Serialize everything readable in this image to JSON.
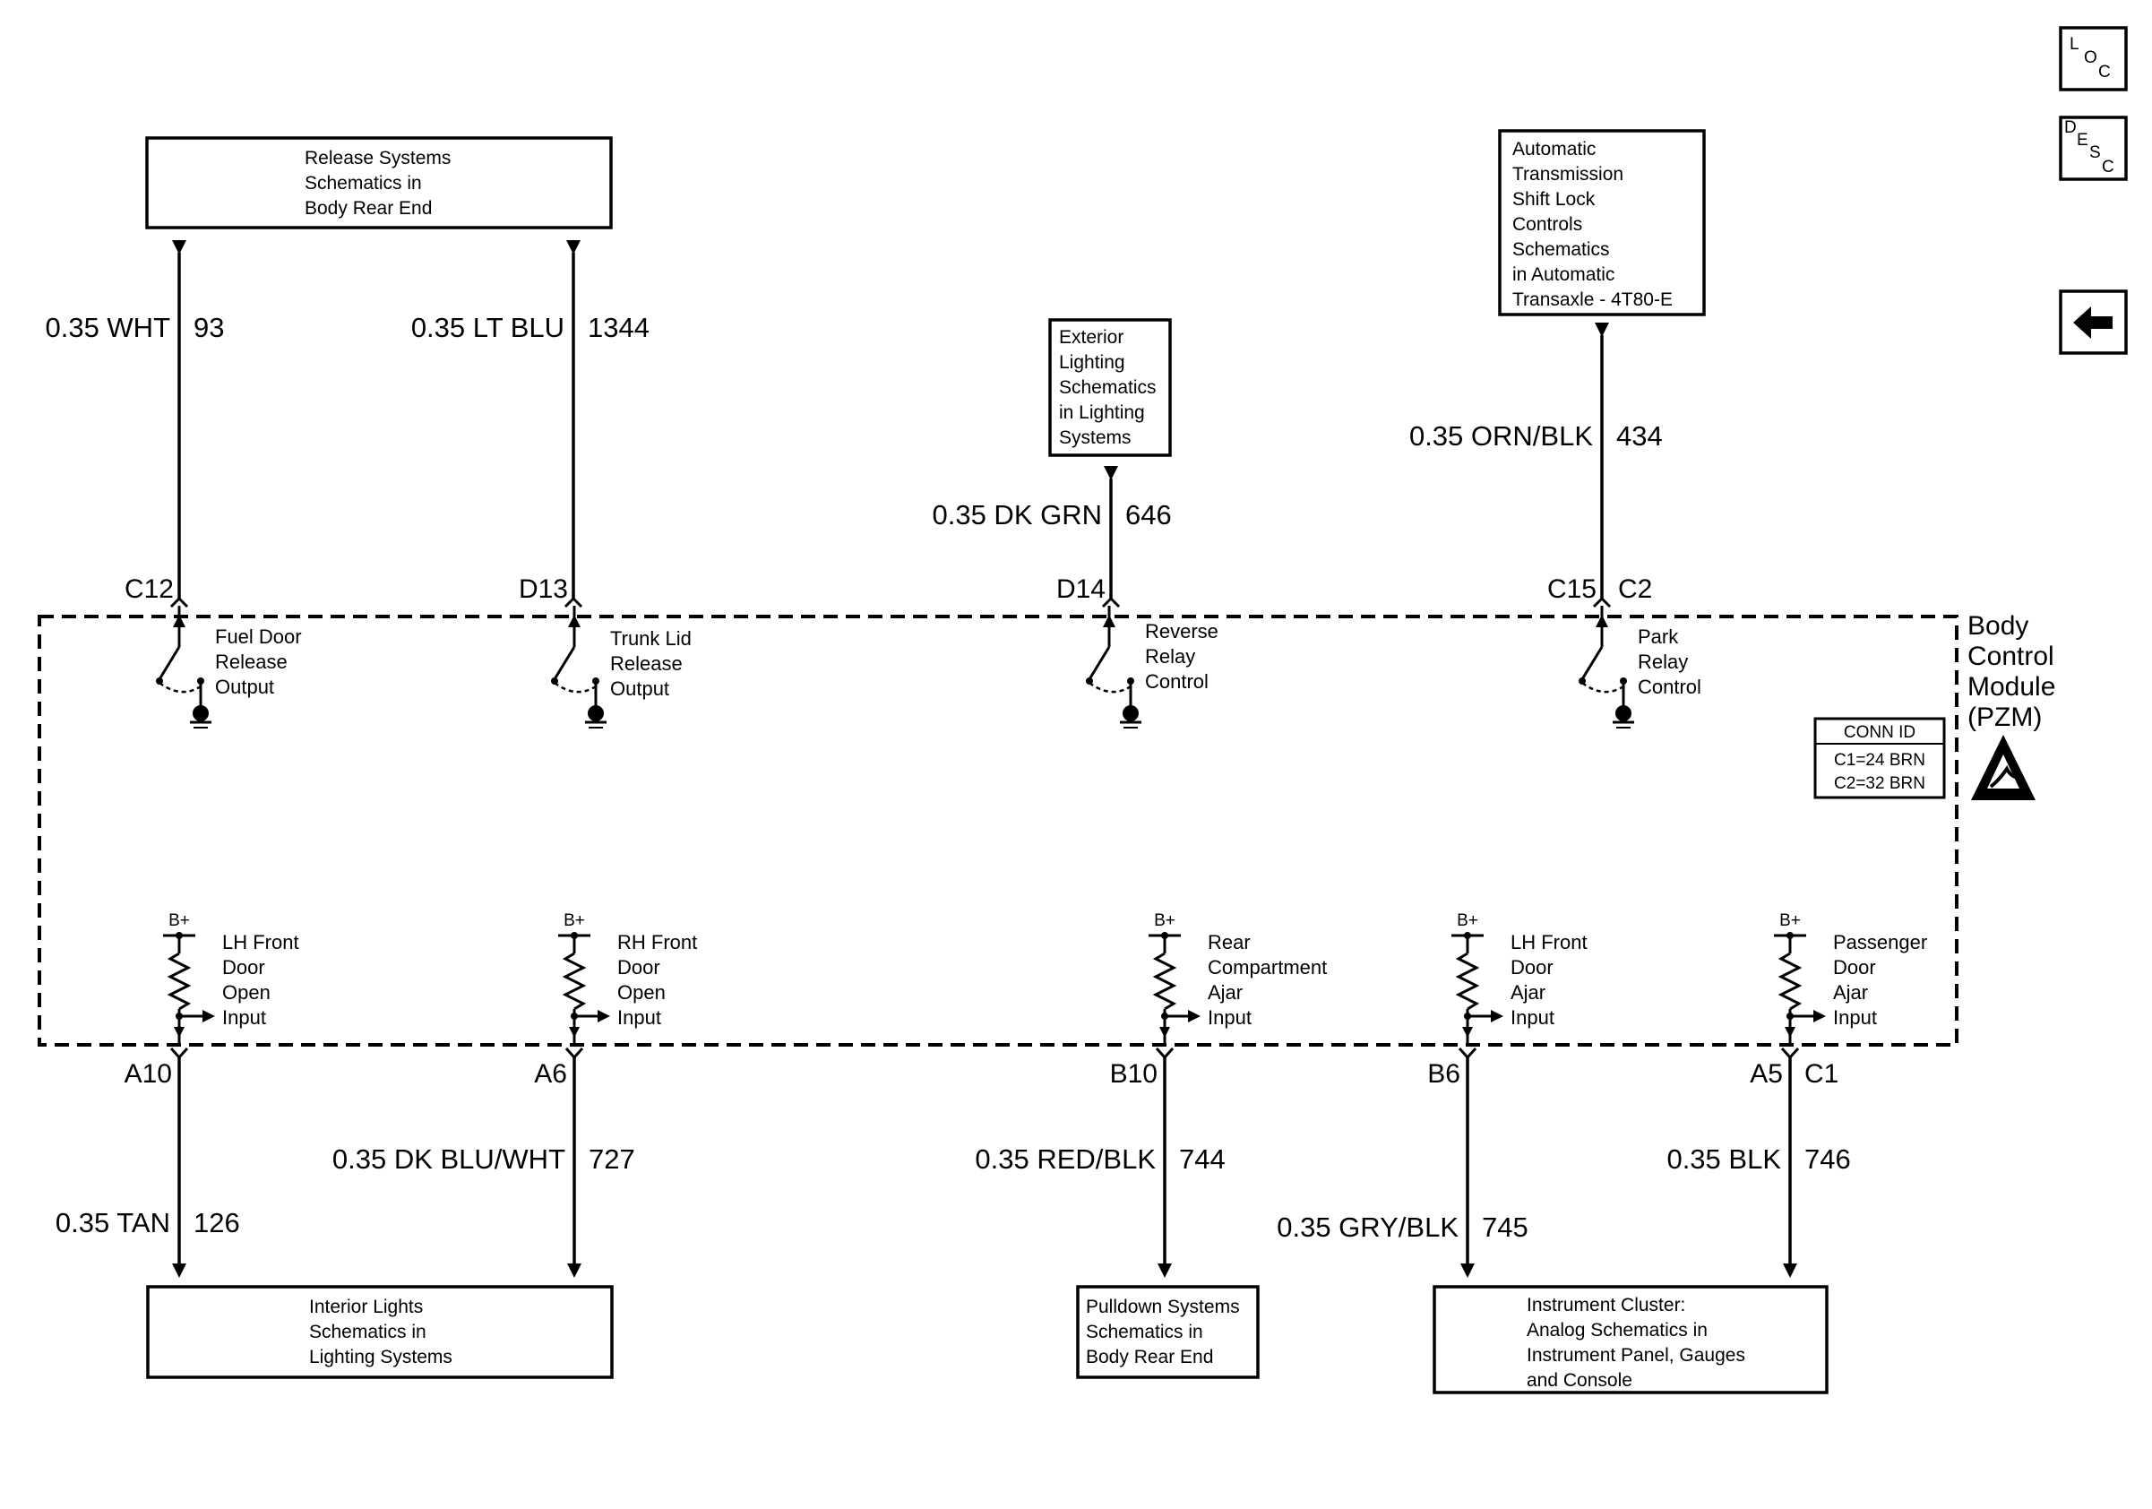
{
  "boxes": {
    "release": [
      "Release Systems",
      "Schematics in",
      "Body Rear End"
    ],
    "exterior": [
      "Exterior",
      "Lighting",
      "Schematics",
      "in Lighting",
      "Systems"
    ],
    "automatic": [
      "Automatic",
      "Transmission",
      "Shift Lock",
      "Controls",
      "Schematics",
      "in Automatic",
      "Transaxle - 4T80-E"
    ],
    "interior": [
      "Interior Lights",
      "Schematics in",
      "Lighting Systems"
    ],
    "pulldown": [
      "Pulldown Systems",
      "Schematics in",
      "Body Rear End"
    ],
    "cluster": [
      "Instrument Cluster:",
      "Analog Schematics in",
      "Instrument Panel, Gauges",
      "and Console"
    ]
  },
  "wires_top": [
    {
      "spec": "0.35 WHT",
      "circuit": "93",
      "pin": "C12"
    },
    {
      "spec": "0.35 LT BLU",
      "circuit": "1344",
      "pin": "D13"
    },
    {
      "spec": "0.35 DK GRN",
      "circuit": "646",
      "pin": "D14"
    },
    {
      "spec": "0.35 ORN/BLK",
      "circuit": "434",
      "pin": "C15",
      "pin2": "C2"
    }
  ],
  "outputs": [
    [
      "Fuel Door",
      "Release",
      "Output"
    ],
    [
      "Trunk Lid",
      "Release",
      "Output"
    ],
    [
      "Reverse",
      "Relay",
      "Control"
    ],
    [
      "Park",
      "Relay",
      "Control"
    ]
  ],
  "inputs": [
    {
      "supply": "B+",
      "label": [
        "LH Front",
        "Door",
        "Open",
        "Input"
      ],
      "pin": "A10",
      "spec": "0.35 TAN",
      "circuit": "126"
    },
    {
      "supply": "B+",
      "label": [
        "RH Front",
        "Door",
        "Open",
        "Input"
      ],
      "pin": "A6",
      "spec": "0.35 DK BLU/WHT",
      "circuit": "727"
    },
    {
      "supply": "B+",
      "label": [
        "Rear",
        "Compartment",
        "Ajar",
        "Input"
      ],
      "pin": "B10",
      "spec": "0.35 RED/BLK",
      "circuit": "744"
    },
    {
      "supply": "B+",
      "label": [
        "LH Front",
        "Door",
        "Ajar",
        "Input"
      ],
      "pin": "B6",
      "spec": "0.35 GRY/BLK",
      "circuit": "745"
    },
    {
      "supply": "B+",
      "label": [
        "Passenger",
        "Door",
        "Ajar",
        "Input"
      ],
      "pin": "A5",
      "pin2": "C1",
      "spec": "0.35 BLK",
      "circuit": "746"
    }
  ],
  "module": {
    "name": [
      "Body",
      "Control",
      "Module",
      "(PZM)"
    ]
  },
  "conn_id": {
    "header": "CONN ID",
    "lines": [
      "C1=24 BRN",
      "C2=32 BRN"
    ]
  },
  "nav": {
    "loc": [
      "L",
      "O",
      "C"
    ],
    "desc": [
      "D",
      "E",
      "S",
      "C"
    ]
  }
}
